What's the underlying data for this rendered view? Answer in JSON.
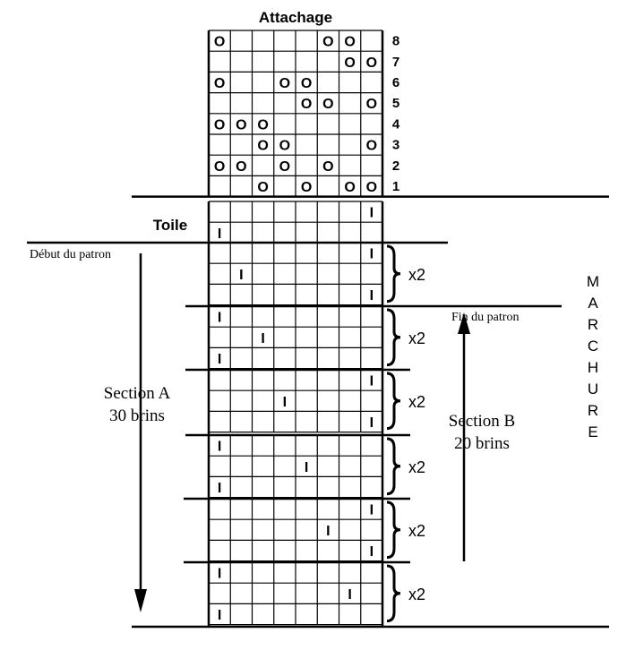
{
  "title": "Attachage",
  "toile_label": "Toile",
  "start_label": "Début du patron",
  "end_label": "Fin du patron",
  "section_a": {
    "line1": "Section A",
    "line2": "30 brins"
  },
  "section_b": {
    "line1": "Section B",
    "line2": "20 brins"
  },
  "side_label_letters": [
    "M",
    "A",
    "R",
    "C",
    "H",
    "U",
    "R",
    "E"
  ],
  "repeat_label": "x2",
  "cell_symbols": {
    "tie": "O",
    "treadle": "I"
  },
  "attachage": {
    "columns": 8,
    "rows": [
      {
        "number": "8",
        "cols": [
          1,
          6,
          7
        ]
      },
      {
        "number": "7",
        "cols": [
          7,
          8
        ]
      },
      {
        "number": "6",
        "cols": [
          1,
          4,
          5
        ]
      },
      {
        "number": "5",
        "cols": [
          5,
          6,
          8
        ]
      },
      {
        "number": "4",
        "cols": [
          1,
          2,
          3
        ]
      },
      {
        "number": "3",
        "cols": [
          3,
          4,
          8
        ]
      },
      {
        "number": "2",
        "cols": [
          1,
          2,
          4,
          6
        ]
      },
      {
        "number": "1",
        "cols": [
          3,
          5,
          7,
          8
        ]
      }
    ]
  },
  "toile": [
    8,
    1
  ],
  "blocks": [
    {
      "repeat": "x2",
      "rows": [
        8,
        2,
        8
      ]
    },
    {
      "repeat": "x2",
      "rows": [
        1,
        3,
        1
      ]
    },
    {
      "repeat": "x2",
      "rows": [
        8,
        4,
        8
      ]
    },
    {
      "repeat": "x2",
      "rows": [
        1,
        5,
        1
      ]
    },
    {
      "repeat": "x2",
      "rows": [
        8,
        6,
        8
      ]
    },
    {
      "repeat": "x2",
      "rows": [
        1,
        7,
        1
      ]
    }
  ]
}
